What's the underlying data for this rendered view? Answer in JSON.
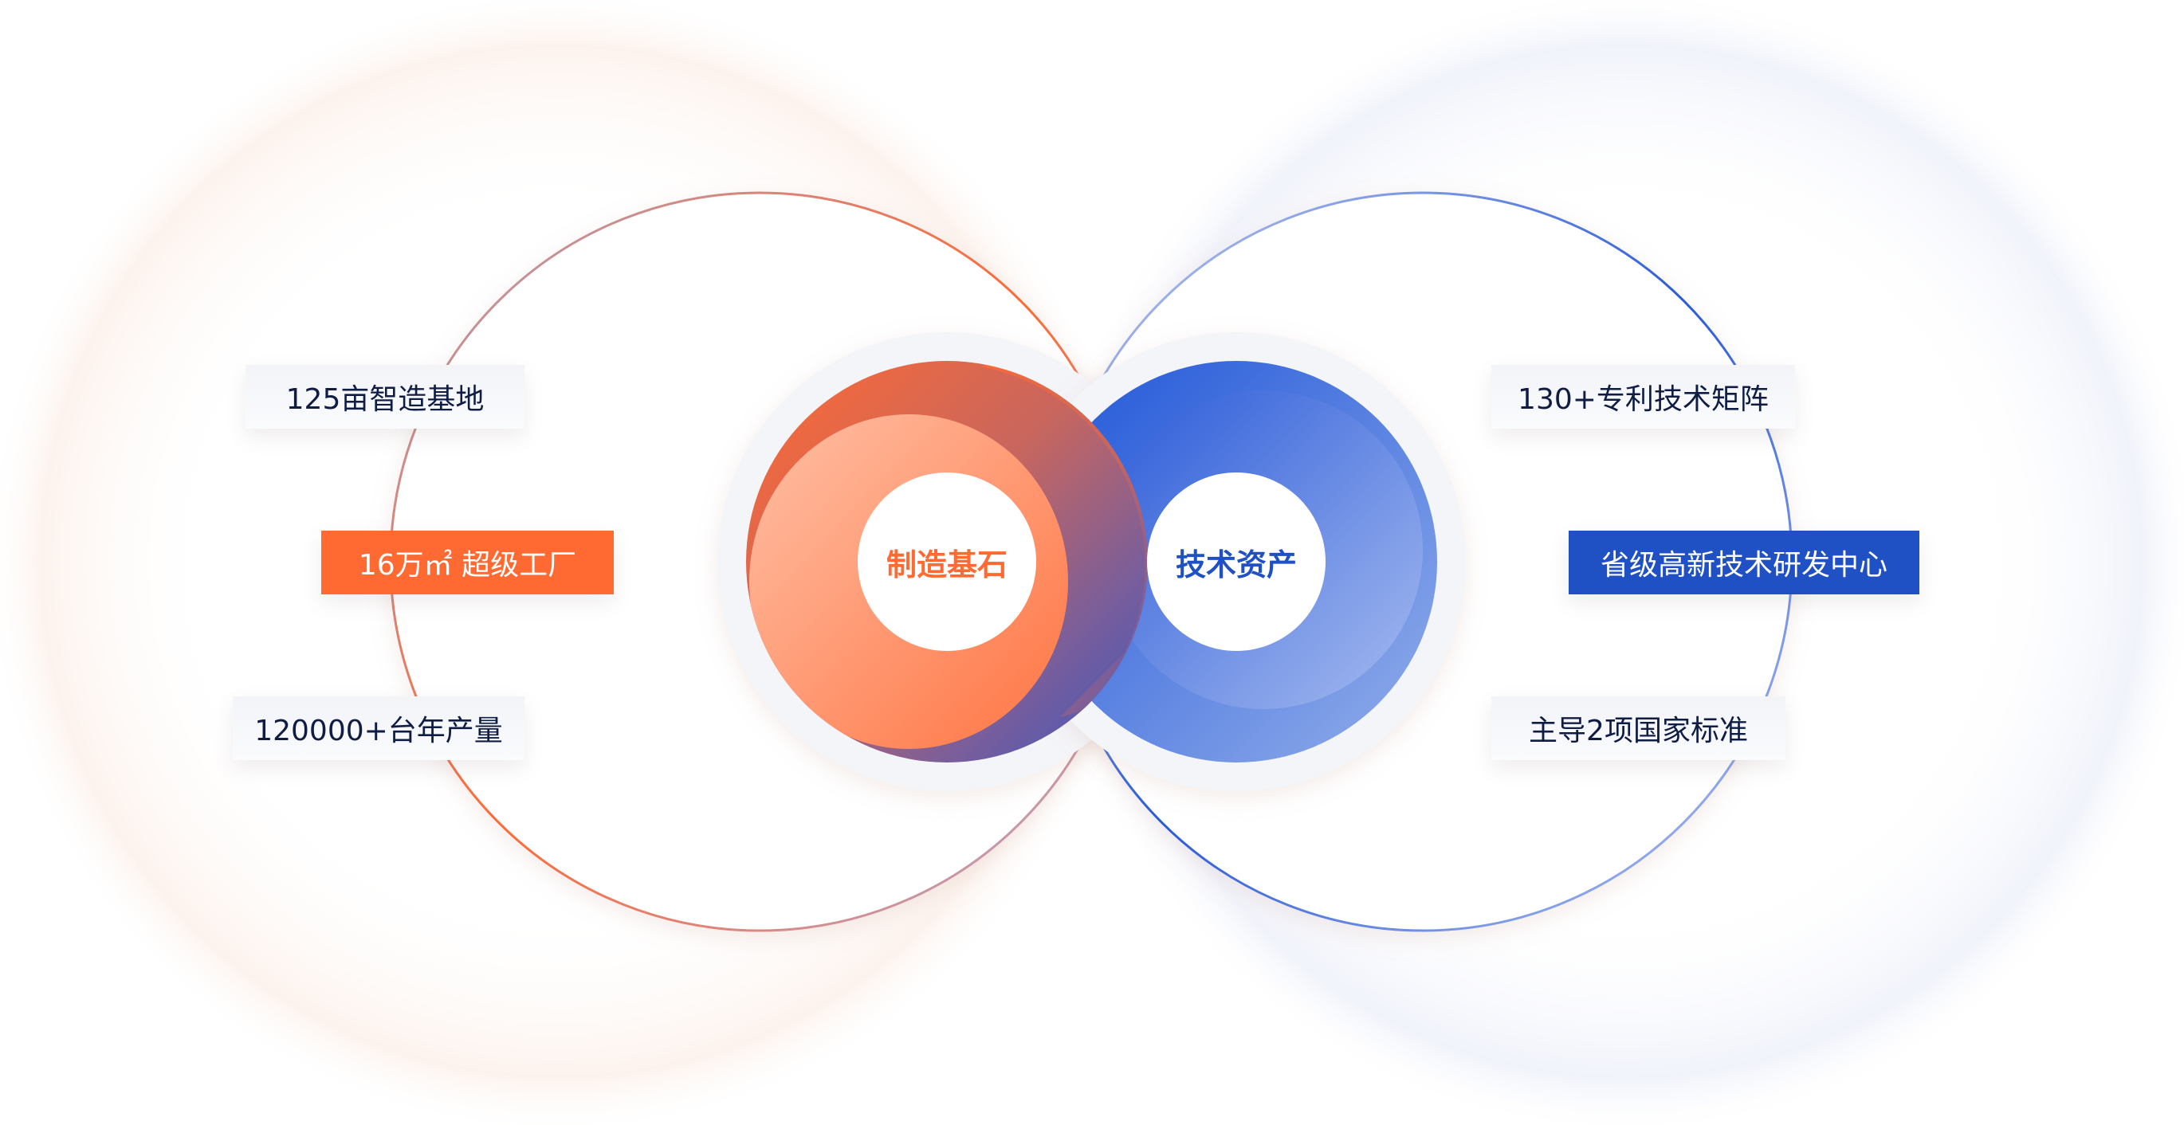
{
  "center": {
    "left_label": "制造基石",
    "right_label": "技术资产"
  },
  "left_tags": [
    {
      "text": "125亩智造基地"
    },
    {
      "text": "16万㎡ 超级工厂"
    },
    {
      "text": "120000+台年产量"
    }
  ],
  "right_tags": [
    {
      "text": "130+专利技术矩阵"
    },
    {
      "text": "省级高新技术研发中心"
    },
    {
      "text": "主导2项国家标准"
    }
  ],
  "colors": {
    "orange": "#ff6a33",
    "blue": "#2051c4",
    "text_dark": "#0f1d45"
  }
}
